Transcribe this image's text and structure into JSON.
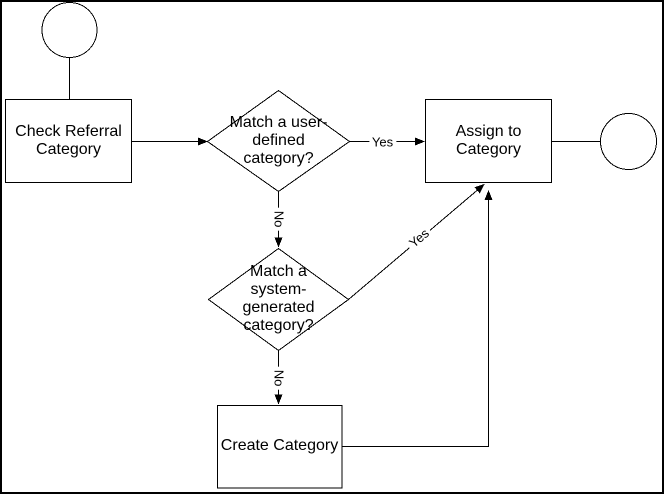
{
  "flowchart": {
    "nodes": {
      "check_referral": {
        "label": "Check Referral\nCategory"
      },
      "match_user_defined": {
        "label": "Match a user-\ndefined\ncategory?"
      },
      "assign_to_category": {
        "label": "Assign to\nCategory"
      },
      "match_system_generated": {
        "label": "Match a\nsystem-\ngenerated\ncategory?"
      },
      "create_category": {
        "label": "Create Category"
      }
    },
    "edge_labels": {
      "user_defined_yes": "Yes",
      "user_defined_no": "No",
      "system_generated_yes": "Yes",
      "system_generated_no": "No"
    },
    "colors": {
      "line": "#000000",
      "background": "#ffffff"
    }
  }
}
